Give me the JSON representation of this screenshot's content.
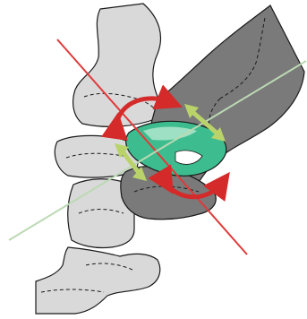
{
  "diagram": {
    "colors": {
      "background": "#ffffff",
      "bone_light": "#d9d9d9",
      "bone_dark": "#7a7a7a",
      "outline": "#1a1a1a",
      "implant": "#3dbd8f",
      "implant_light": "#a8e3c9",
      "rotation_arrow": "#d42a2a",
      "translation_arrow": "#b9d36a",
      "red_axis": "#e03a3a",
      "green_axis": "#bcd9b4"
    },
    "elements": [
      "proximal-bone",
      "middle-bone",
      "lower-middle-bone",
      "distal-bone",
      "large-dark-bone",
      "dark-lower-bone",
      "implant",
      "red-axis-line",
      "green-axis-line",
      "rotation-arrow-top",
      "rotation-arrow-bottom",
      "translation-arrow-upper",
      "translation-arrow-lower"
    ]
  }
}
